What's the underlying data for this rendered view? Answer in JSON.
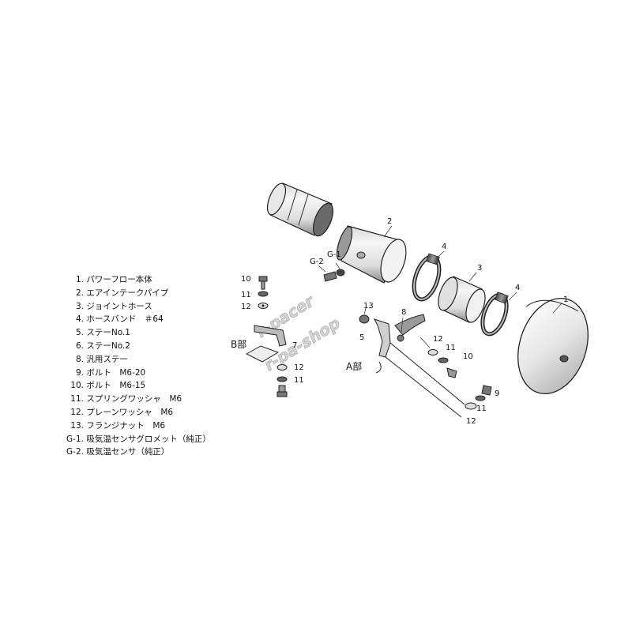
{
  "legend": [
    {
      "num": "1.",
      "text": "パワーフロー本体"
    },
    {
      "num": "2.",
      "text": "エアインテークパイプ"
    },
    {
      "num": "3.",
      "text": "ジョイントホース"
    },
    {
      "num": "4.",
      "text": "ホースバンド　＃64"
    },
    {
      "num": "5.",
      "text": "ステーNo.1"
    },
    {
      "num": "6.",
      "text": "ステーNo.2"
    },
    {
      "num": "8.",
      "text": "汎用ステー"
    },
    {
      "num": "9.",
      "text": "ボルト　M6-20"
    },
    {
      "num": "10.",
      "text": "ボルト　M6-15"
    },
    {
      "num": "11.",
      "text": "スプリングワッシャ　M6"
    },
    {
      "num": "12.",
      "text": "プレーンワッシャ　M6"
    },
    {
      "num": "13.",
      "text": "フランジナット　M6"
    },
    {
      "num": "G-1.",
      "text": "吸気温センサグロメット（純正）"
    },
    {
      "num": "G-2.",
      "text": "吸気温センサ（純正）"
    }
  ],
  "callouts": {
    "c1": "1",
    "c2": "2",
    "c3": "3",
    "c4a": "4",
    "c4b": "4",
    "c5": "5",
    "c7": "7",
    "c8": "8",
    "c9": "9",
    "c10a": "10",
    "c10b": "10",
    "c11a": "11",
    "c11b": "11",
    "c11c": "11",
    "c11d": "11",
    "c12a": "12",
    "c12b": "12",
    "c12c": "12",
    "c12d": "12",
    "c13": "13",
    "g1": "G-1",
    "g2": "G-2",
    "detail_a": "A部",
    "detail_b": "B部"
  },
  "watermark": {
    "line1": "r-pacer",
    "line2": "r-pa-shop"
  }
}
